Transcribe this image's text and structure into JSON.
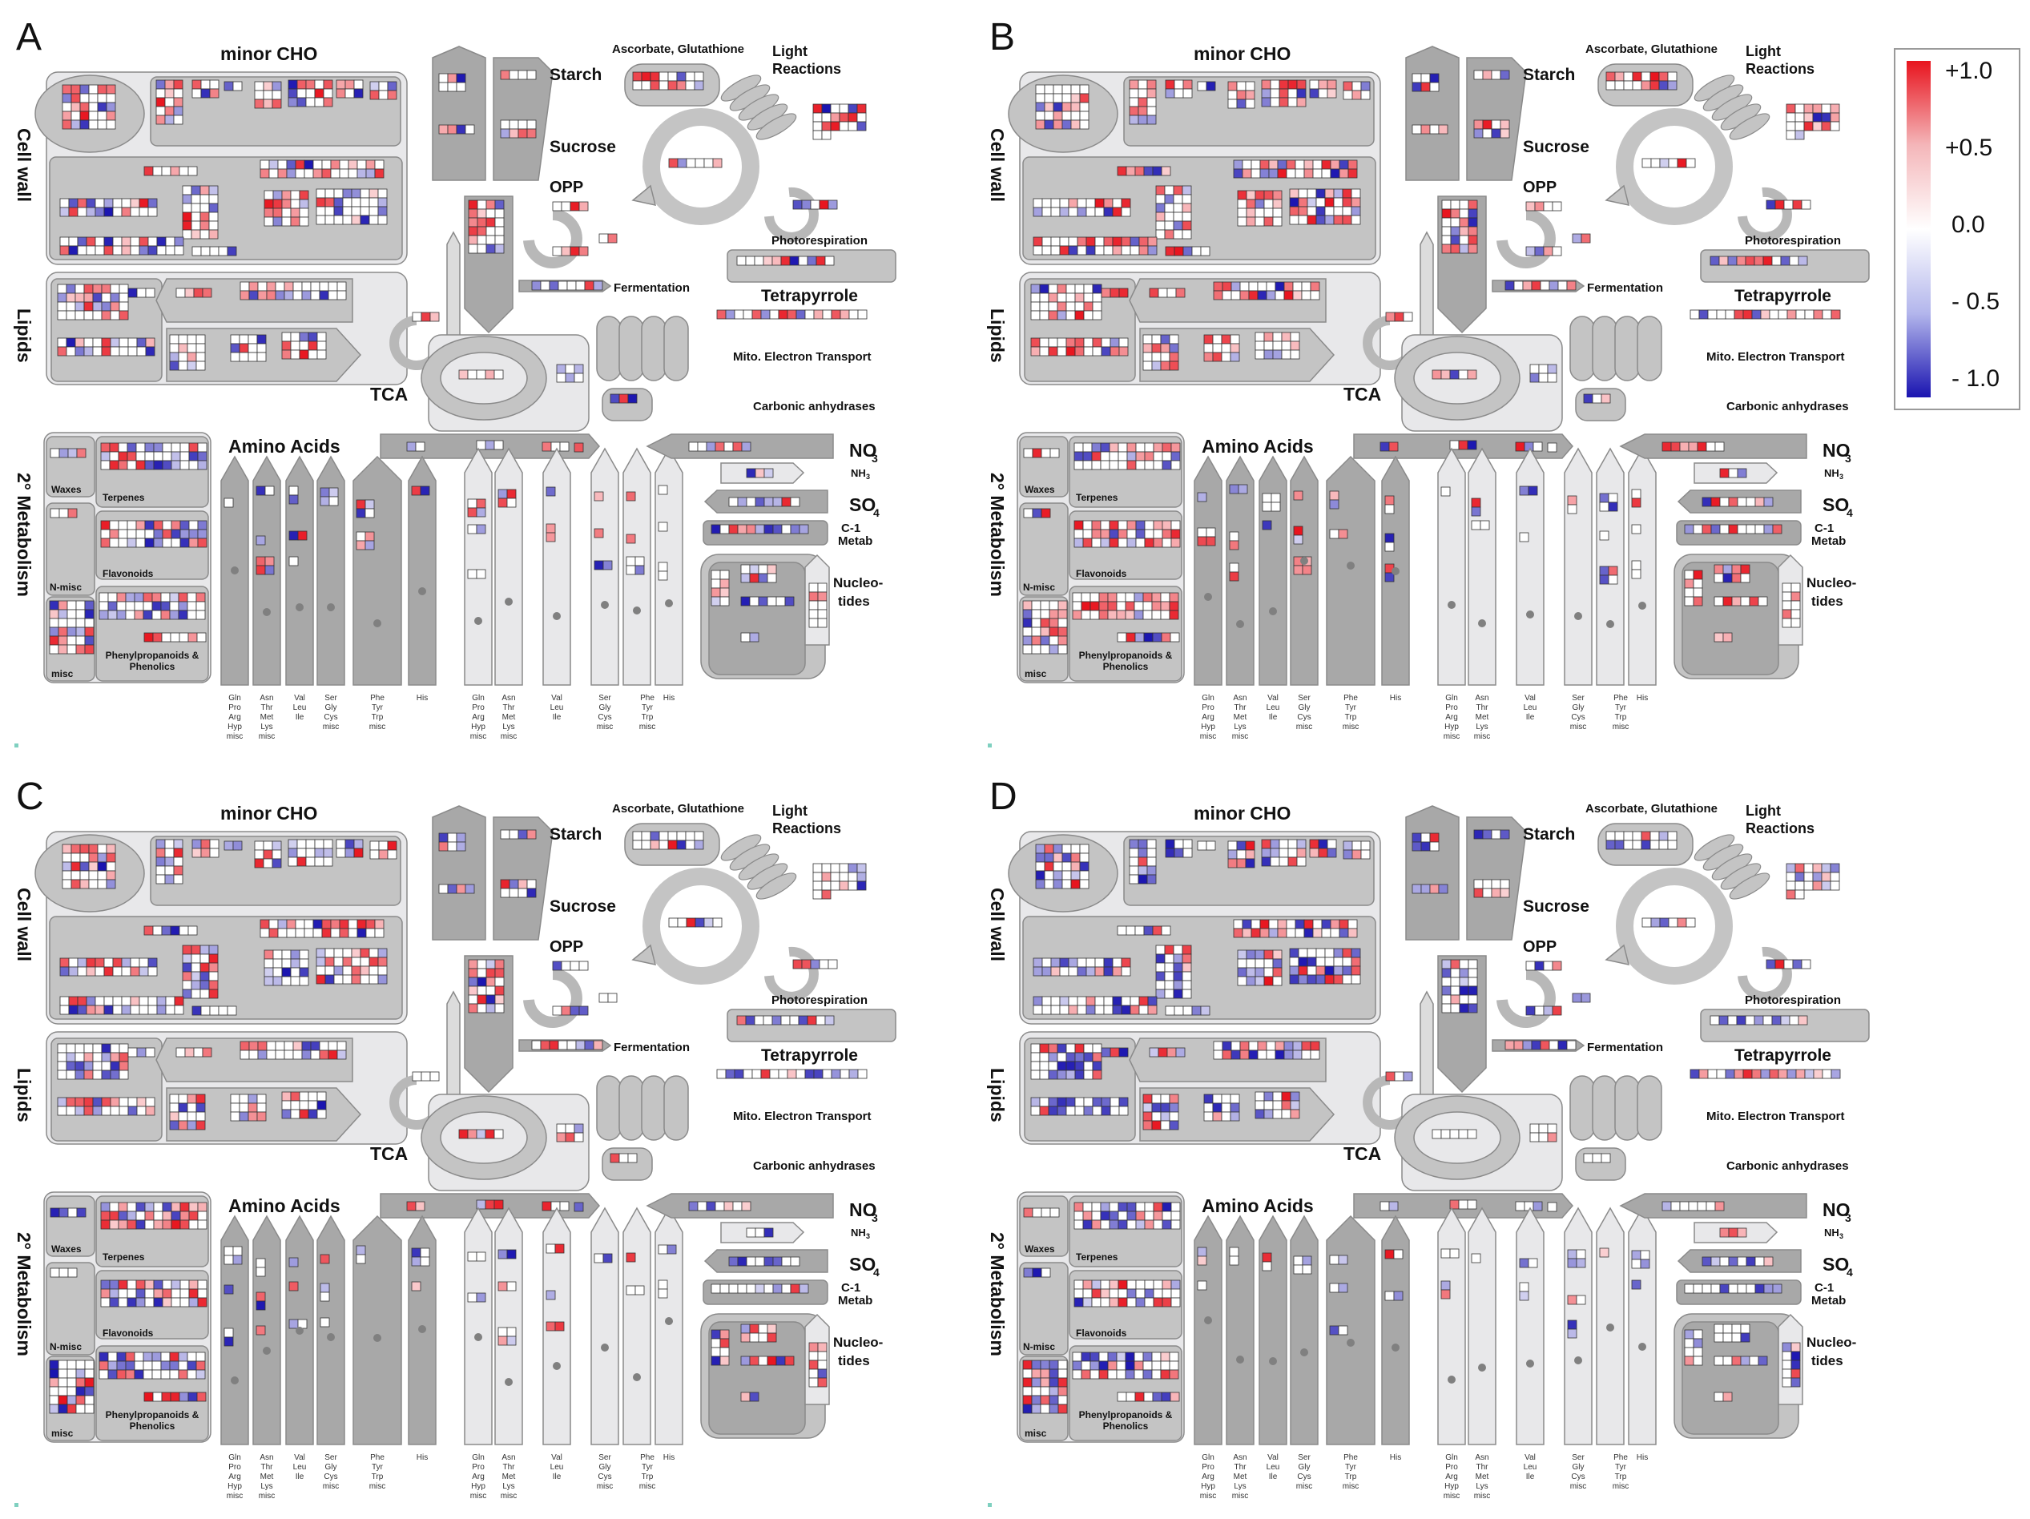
{
  "panels": [
    {
      "letter": "A",
      "seed": 11,
      "bias": 0.35
    },
    {
      "letter": "B",
      "seed": 29,
      "bias": 0.55
    },
    {
      "letter": "C",
      "seed": 47,
      "bias": 0.25
    },
    {
      "letter": "D",
      "seed": 83,
      "bias": 0.05
    }
  ],
  "labels": {
    "minor_cho": "minor CHO",
    "starch": "Starch",
    "sucrose": "Sucrose",
    "opp": "OPP",
    "ascorbate": "Ascorbate, Glutathione",
    "light1": "Light",
    "light2": "Reactions",
    "photorespiration": "Photorespiration",
    "fermentation": "Fermentation",
    "tetrapyrrole": "Tetrapyrrole",
    "mito": "Mito. Electron Transport",
    "carbonic": "Carbonic anhydrases",
    "cell_wall": "Cell wall",
    "lipids": "Lipids",
    "tca": "TCA",
    "amino_acids": "Amino Acids",
    "no3": "NO",
    "no3_sub": "3",
    "nh3": "NH",
    "nh3_sub": "3",
    "so4": "SO",
    "so4_sub": "4",
    "c1_1": "C-1",
    "c1_2": "Metab",
    "nucleo1": "Nucleo-",
    "nucleo2": "tides",
    "secondary": "2° Metabolism",
    "waxes": "Waxes",
    "terpenes": "Terpenes",
    "flavonoids": "Flavonoids",
    "nmisc": "N-misc",
    "misc": "misc",
    "phenyl1": "Phenylpropanoids &",
    "phenyl2": "Phenolics"
  },
  "aa_groups": [
    [
      "Gln",
      "Pro",
      "Arg",
      "Hyp",
      "misc"
    ],
    [
      "Asn",
      "Thr",
      "Met",
      "Lys",
      "misc"
    ],
    [
      "Val",
      "Leu",
      "Ile"
    ],
    [
      "Ser",
      "Gly",
      "Cys",
      "misc"
    ],
    [
      "Phe",
      "Tyr",
      "Trp",
      "misc"
    ],
    [
      "His"
    ]
  ],
  "legend": {
    "ticks": [
      "+1.0",
      "+0.5",
      "0.0",
      "- 0.5",
      "- 1.0"
    ],
    "high_color": "#e8141e",
    "mid_color": "#ffffff",
    "low_color": "#1a14b0"
  },
  "colors": {
    "box_dark": "#a8a8a8",
    "box_mid": "#c4c4c4",
    "box_light": "#dcdcdc",
    "box_pale": "#e8e8ea",
    "red": "#e8141e",
    "blue": "#1a14b0"
  }
}
